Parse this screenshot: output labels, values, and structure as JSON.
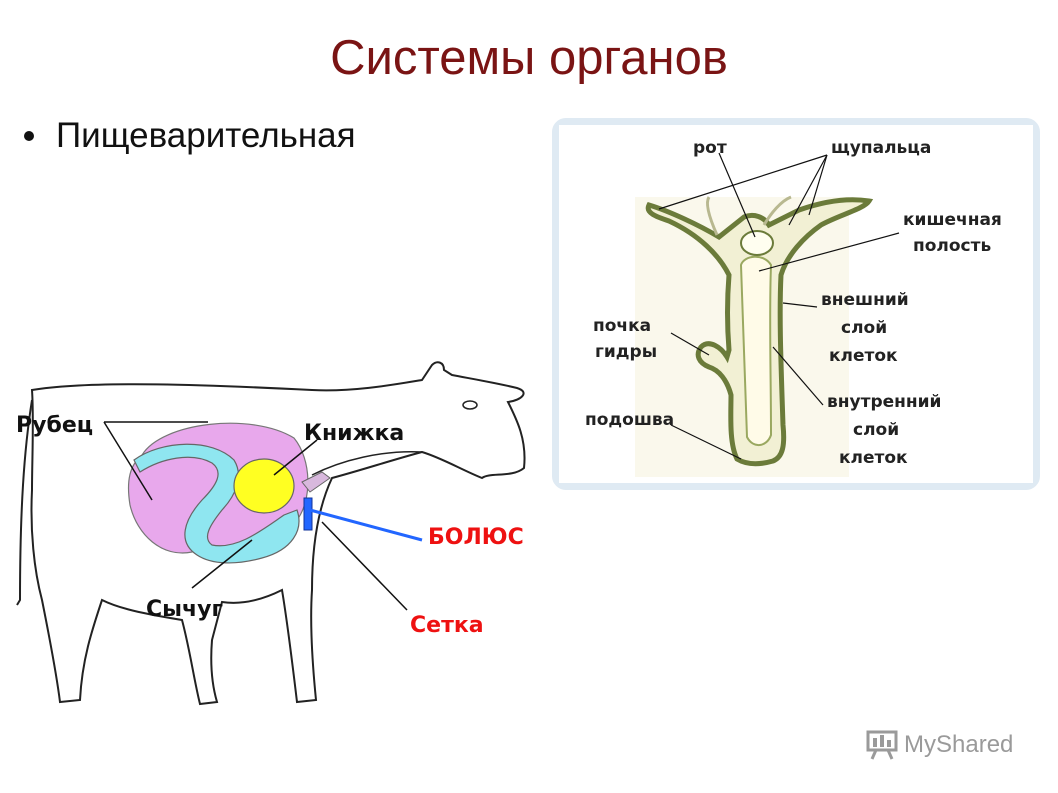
{
  "slide": {
    "title": "Системы органов",
    "bullet": "Пищеварительная"
  },
  "cow_diagram": {
    "labels": {
      "rumen": "Рубец",
      "omasum": "Книжка",
      "abomasum": "Сычуг",
      "bolus": "БОЛЮС",
      "reticulum": "Сетка"
    },
    "colors": {
      "rumen": "#e8a8ec",
      "reticulum_tube": "#8fe6f0",
      "omasum": "#ffff22",
      "bolus": "#2266ff",
      "red_label": "#ee1111"
    }
  },
  "hydra_diagram": {
    "labels": {
      "mouth": "рот",
      "tentacles": "щупальца",
      "cavity_1": "кишечная",
      "cavity_2": "полость",
      "outer_1": "внешний",
      "outer_2": "слой",
      "outer_3": "клеток",
      "bud_1": "почка",
      "bud_2": "гидры",
      "inner_1": "внутренний",
      "inner_2": "слой",
      "inner_3": "клеток",
      "sole": "подошва"
    }
  },
  "watermark": {
    "text": "MyShared",
    "icon": "presentation-board-icon"
  }
}
